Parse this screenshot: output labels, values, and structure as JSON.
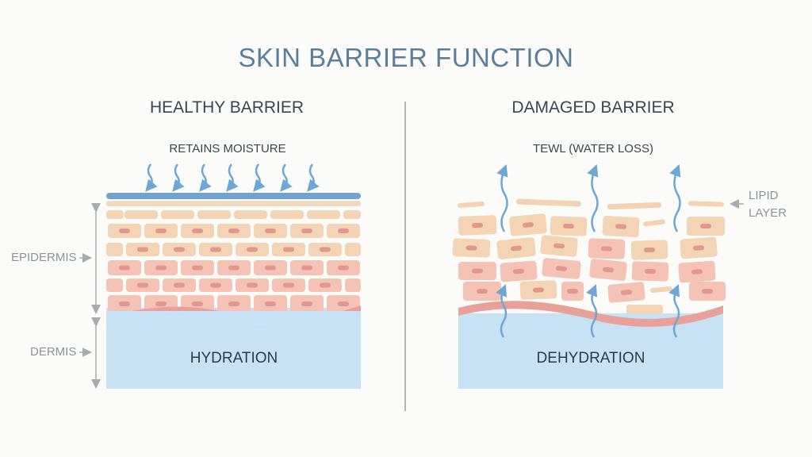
{
  "title": "SKIN BARRIER FUNCTION",
  "healthy": {
    "heading": "HEALTHY BARRIER",
    "subheading": "RETAINS MOISTURE",
    "dermis_label": "HYDRATION"
  },
  "damaged": {
    "heading": "DAMAGED BARRIER",
    "subheading": "TEWL (WATER LOSS)",
    "dermis_label": "DEHYDRATION"
  },
  "labels": {
    "epidermis": "EPIDERMIS",
    "dermis": "DERMIS",
    "lipid_line1": "LIPID",
    "lipid_line2": "LAYER"
  },
  "colors": {
    "title": "#5b7f9b",
    "arrow": "#6fa6d4",
    "dermis": "#c6e2f4",
    "cell_beige": "#f3d5b6",
    "cell_pink": "#f4c3b6",
    "nucleus": "#e2978e",
    "basement": "#e7a19a"
  }
}
